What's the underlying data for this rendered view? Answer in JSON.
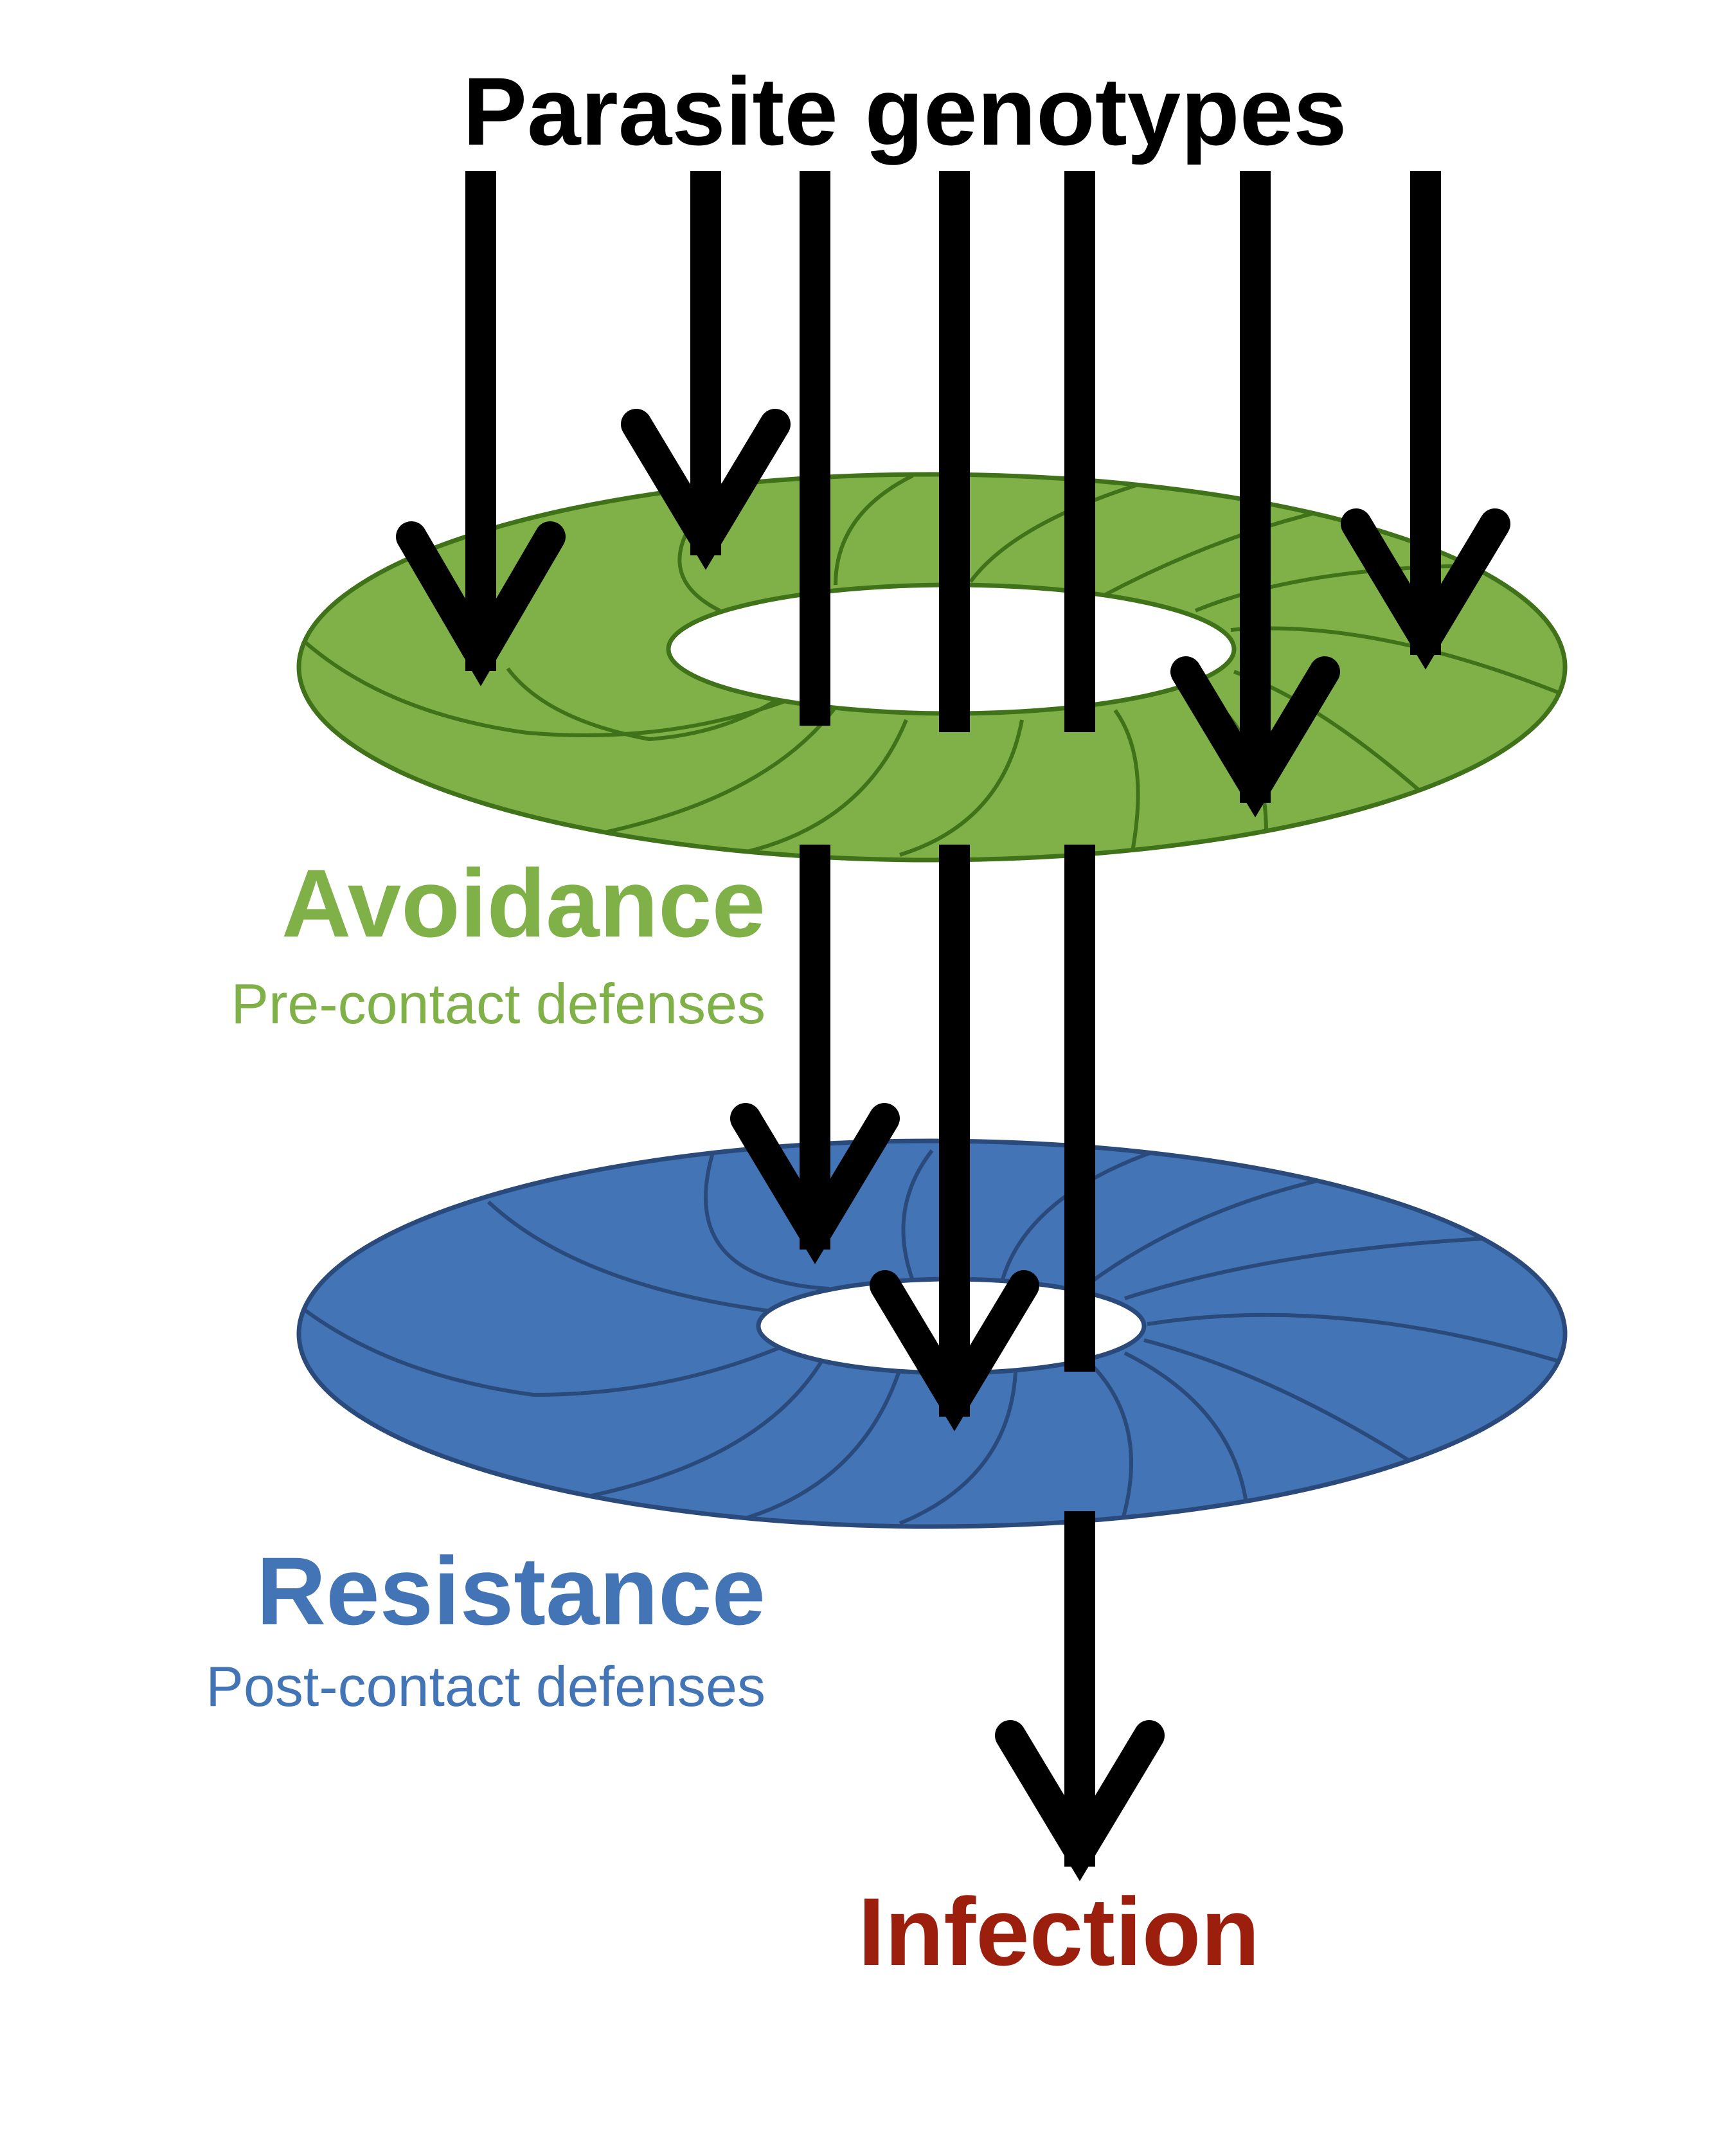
{
  "title": "Parasite genotypes",
  "layers": {
    "avoidance": {
      "name": "Avoidance",
      "subtitle": "Pre-contact defenses",
      "color": "#7fb148",
      "stroke": "#3f7219"
    },
    "resistance": {
      "name": "Resistance",
      "subtitle": "Post-contact defenses",
      "color": "#4374b5",
      "stroke": "#2a4a7c"
    }
  },
  "outcome": {
    "label": "Infection",
    "color": "#9c1f0e"
  },
  "arrow_color": "#000000"
}
